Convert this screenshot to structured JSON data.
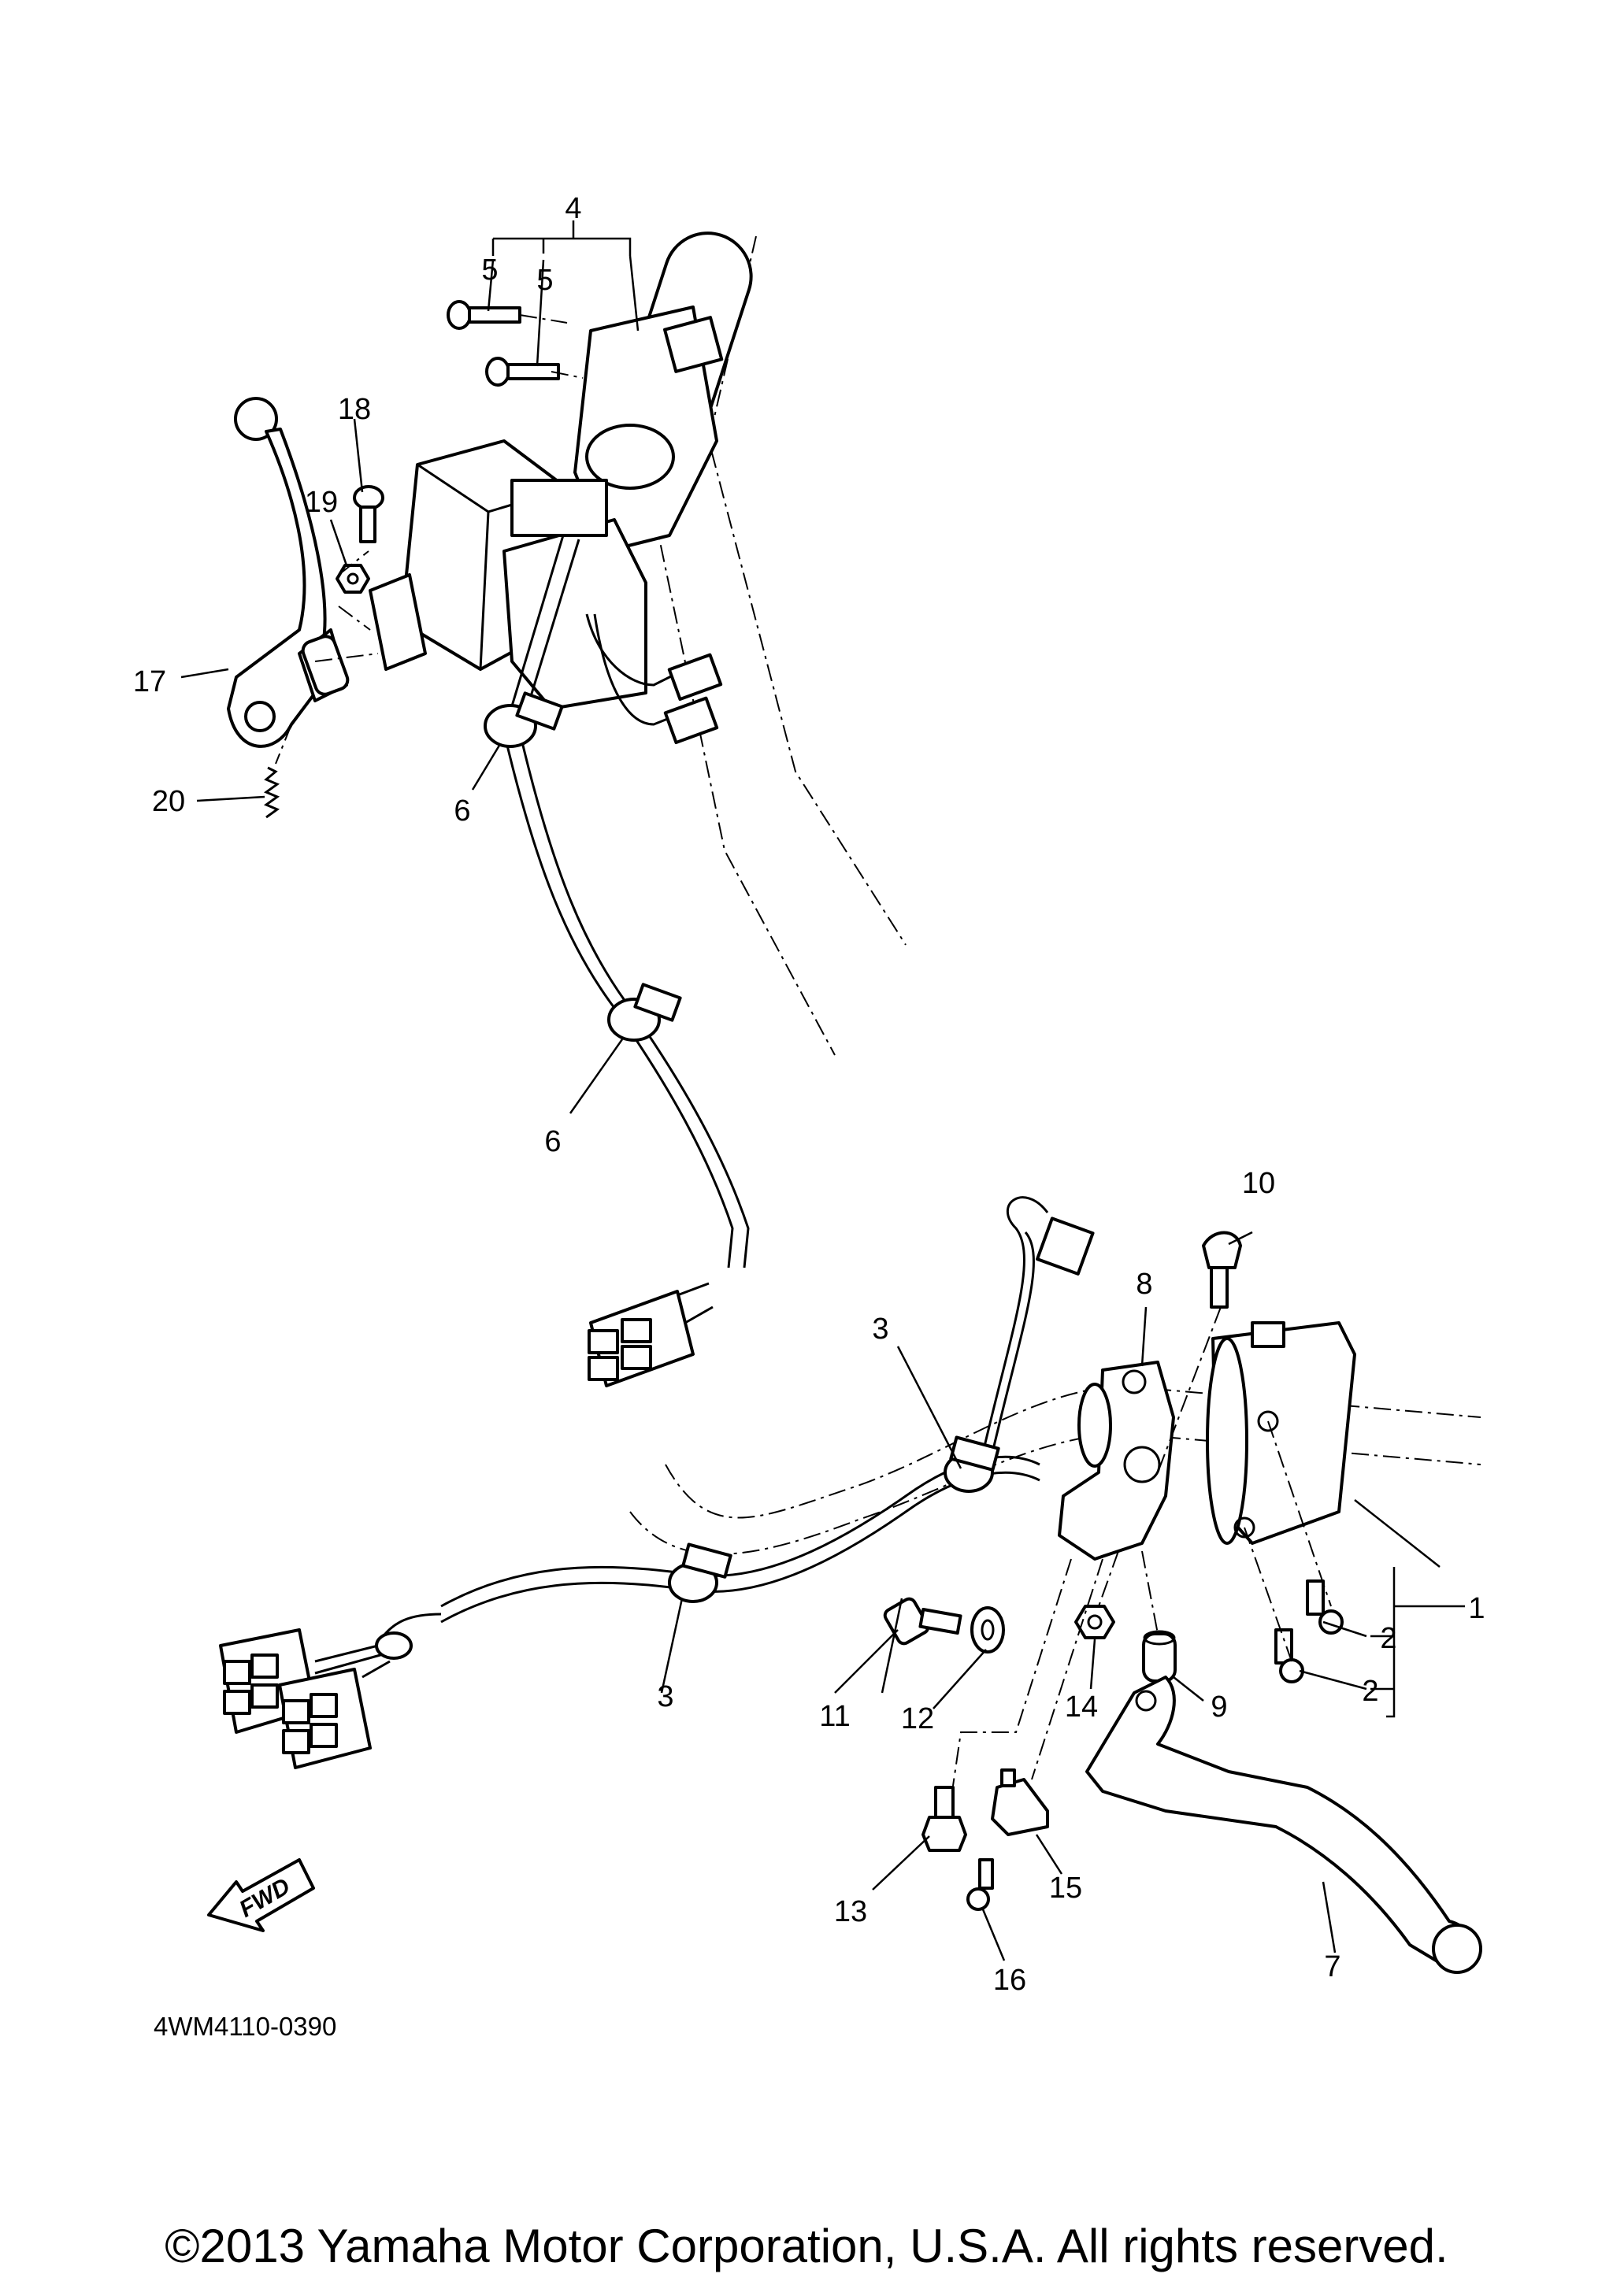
{
  "diagram": {
    "code": "4WM4110-0390",
    "fwd_label": "FWD",
    "copyright": "©2013 Yamaha Motor Corporation, U.S.A. All rights reserved.",
    "callouts": {
      "c1": "1",
      "c2a": "2",
      "c2b": "2",
      "c3a": "3",
      "c3b": "3",
      "c4": "4",
      "c5a": "5",
      "c5b": "5",
      "c6a": "6",
      "c6b": "6",
      "c7": "7",
      "c8": "8",
      "c9": "9",
      "c10": "10",
      "c11": "11",
      "c12": "12",
      "c13": "13",
      "c14": "14",
      "c15": "15",
      "c16": "16",
      "c17": "17",
      "c18": "18",
      "c19": "19",
      "c20": "20"
    }
  }
}
